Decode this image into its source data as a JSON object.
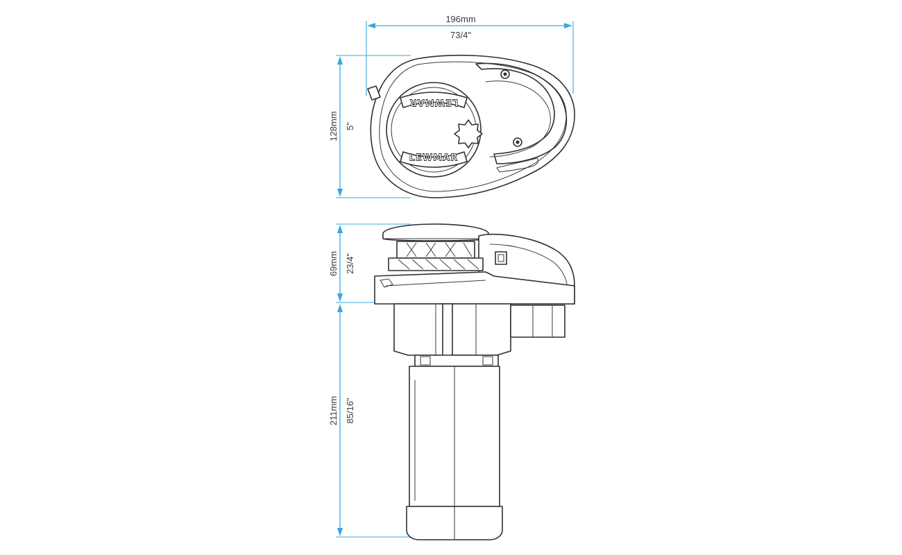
{
  "diagram": {
    "brand": "LEWMAR",
    "colors": {
      "dimension": "#3aa7df",
      "outline": "#2f2f2f",
      "background": "#ffffff"
    },
    "dimensions": {
      "width": {
        "metric": "196mm",
        "imperial": "73/4\""
      },
      "top_height": {
        "metric": "128mm",
        "imperial": "5\""
      },
      "above_deck": {
        "metric": "69mm",
        "imperial": "23/4\""
      },
      "below_deck": {
        "metric": "211mm",
        "imperial": "85/16\""
      }
    }
  }
}
